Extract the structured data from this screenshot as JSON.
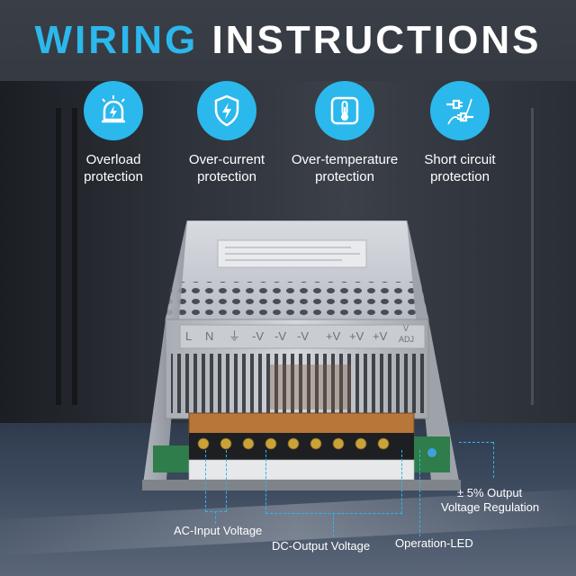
{
  "title": {
    "accent": "WIRING",
    "main": "INSTRUCTIONS"
  },
  "features": [
    {
      "icon": "alarm-lightning-icon",
      "line1": "Overload",
      "line2": "protection"
    },
    {
      "icon": "shield-lightning-icon",
      "line1": "Over-current",
      "line2": "protection"
    },
    {
      "icon": "thermometer-icon",
      "line1": "Over-temperature",
      "line2": "protection"
    },
    {
      "icon": "plug-short-circuit-icon",
      "line1": "Short circuit",
      "line2": "protection"
    }
  ],
  "terminal_labels": {
    "l": "L",
    "n": "N",
    "ground": "⏚",
    "neg1": "-V",
    "neg2": "-V",
    "neg3": "-V",
    "pos1": "+V",
    "pos2": "+V",
    "pos3": "+V",
    "adj_v": "V",
    "adj": "ADJ"
  },
  "callouts": {
    "regulation_line1": "± 5% Output",
    "regulation_line2": "Voltage Regulation",
    "ac_input": "AC-Input Voltage",
    "dc_output": "DC-Output Voltage",
    "led": "Operation-LED"
  },
  "colors": {
    "accent": "#2bb8ec",
    "text": "#ffffff"
  }
}
